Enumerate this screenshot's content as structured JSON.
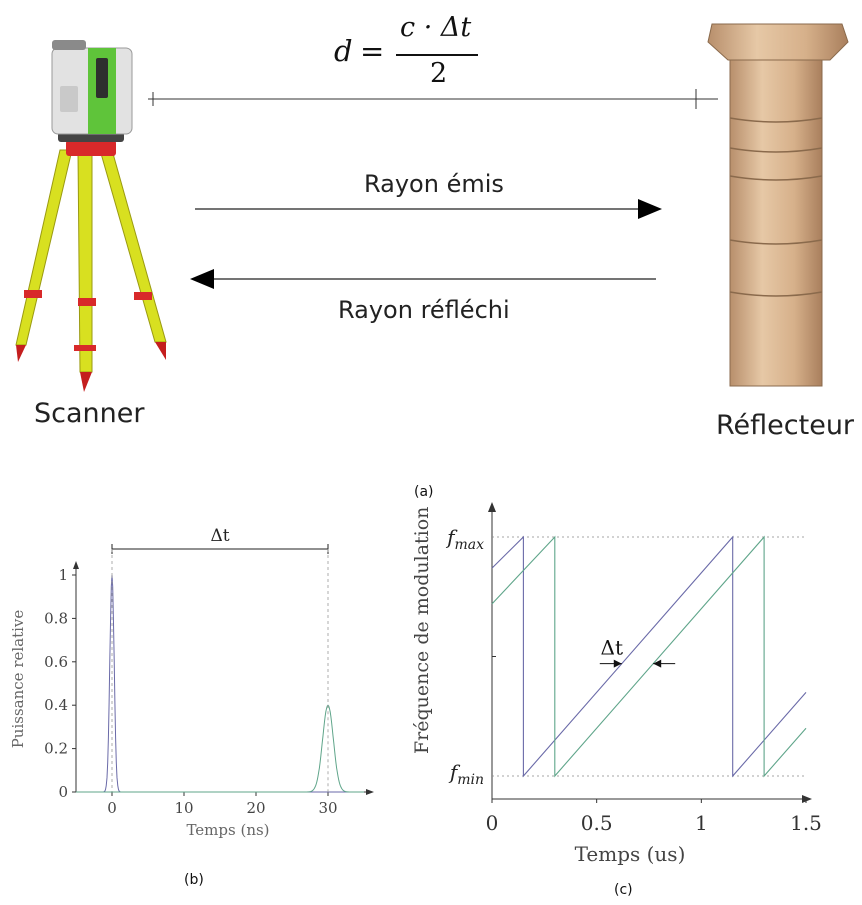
{
  "panel_a": {
    "formula": {
      "lhs": "d",
      "eq": "=",
      "numerator": "c · Δt",
      "denominator": "2"
    },
    "emitted_label": "Rayon émis",
    "reflected_label": "Rayon réfléchi",
    "scanner_label": "Scanner",
    "reflector_label": "Réflecteur",
    "caption": "(a)",
    "tripod_color": "#d8e020",
    "scanner_accent": "#5fc43a",
    "column_color": "#d9b48f"
  },
  "chart_data": [
    {
      "type": "line",
      "caption": "(b)",
      "xlabel": "Temps (ns)",
      "ylabel": "Puissance relative",
      "xlim": [
        -5,
        35
      ],
      "ylim": [
        0,
        1
      ],
      "xticks": [
        "0",
        "10",
        "20",
        "30"
      ],
      "yticks": [
        "0",
        "0.2",
        "0.4",
        "0.6",
        "0.8",
        "1"
      ],
      "annotation": "Δt",
      "series": [
        {
          "color": "#6a6aa8",
          "peak_x": 0,
          "peak_y": 1.0,
          "width": 0.6
        },
        {
          "color": "#5fa58a",
          "peak_x": 30,
          "peak_y": 0.4,
          "width": 1.5
        }
      ]
    },
    {
      "type": "line",
      "caption": "(c)",
      "xlabel": "Temps (us)",
      "ylabel": "Fréquence de modulation",
      "xlim": [
        0,
        1.5
      ],
      "xticks": [
        "0",
        "0.5",
        "1",
        "1.5"
      ],
      "ytick_top": "f",
      "ytick_top_sub": "max",
      "ytick_bottom": "f",
      "ytick_bottom_sub": "min",
      "annotation": "Δt",
      "series": [
        {
          "color": "#6a6aa8",
          "points": [
            [
              0,
              0.87
            ],
            [
              0.15,
              1.0
            ],
            [
              0.15,
              0.0
            ],
            [
              1.15,
              1.0
            ],
            [
              1.15,
              0.0
            ],
            [
              1.5,
              0.35
            ]
          ]
        },
        {
          "color": "#5fa58a",
          "points": [
            [
              0,
              0.72
            ],
            [
              0.3,
              1.0
            ],
            [
              0.3,
              0.0
            ],
            [
              1.3,
              1.0
            ],
            [
              1.3,
              0.0
            ],
            [
              1.5,
              0.2
            ]
          ]
        }
      ]
    }
  ]
}
